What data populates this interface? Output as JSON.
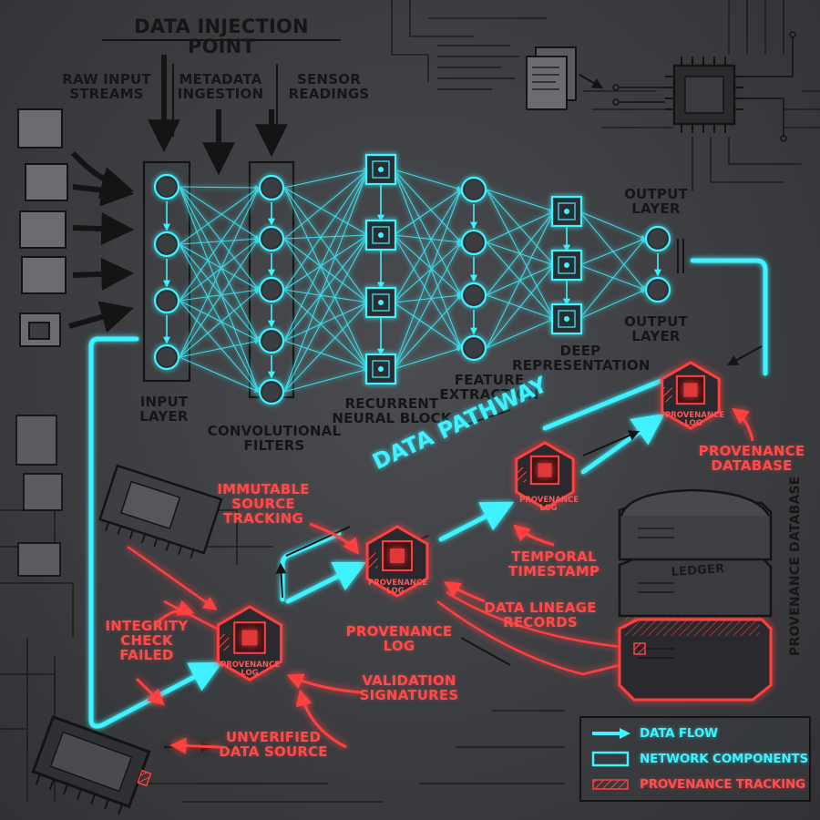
{
  "header": {
    "title": "DATA INJECTION POINT"
  },
  "inputs": {
    "raw": "RAW INPUT\nSTREAMS",
    "metadata": "METADATA\nINGESTION",
    "sensor": "SENSOR\nREADINGS"
  },
  "layers": {
    "input": "INPUT\nLAYER",
    "conv": "CONVOLUTIONAL\nFILTERS",
    "recurrent": "RECURRENT\nNEURAL BLOCK",
    "feature": "FEATURE\nEXTRACTION",
    "deep": "DEEP\nREPRESENTATION",
    "output_top": "OUTPUT\nLAYER",
    "output_bottom": "OUTPUT\nLAYER"
  },
  "pathway": {
    "label": "DATA PATHWAY"
  },
  "provenance": {
    "log_tag": "PROVENANCE\nLOG",
    "log_label": "PROVENANCE\nLOG",
    "database_label": "PROVENANCE\nDATABASE",
    "database_vertical": "PROVENANCE DATABASE",
    "ledger": "LEDGER",
    "immutable": "IMMUTABLE\nSOURCE\nTRACKING",
    "integrity": "INTEGRITY\nCHECK\nFAILED",
    "temporal": "TEMPORAL\nTIMESTAMP",
    "lineage": "DATA LINEAGE\nRECORDS",
    "validation": "VALIDATION\nSIGNATURES",
    "unverified": "UNVERIFIED\nDATA SOURCE"
  },
  "legend": {
    "items": [
      {
        "label": "DATA FLOW",
        "kind": "arrow",
        "color": "#3ff2ff"
      },
      {
        "label": "NETWORK COMPONENTS",
        "kind": "box",
        "color": "#3ff2ff"
      },
      {
        "label": "PROVENANCE TRACKING",
        "kind": "hatch",
        "color": "#ff4040"
      }
    ]
  },
  "colors": {
    "cyan": "#3ff2ff",
    "red": "#ff4040",
    "ink": "#141414",
    "background": "#3c3e41"
  }
}
